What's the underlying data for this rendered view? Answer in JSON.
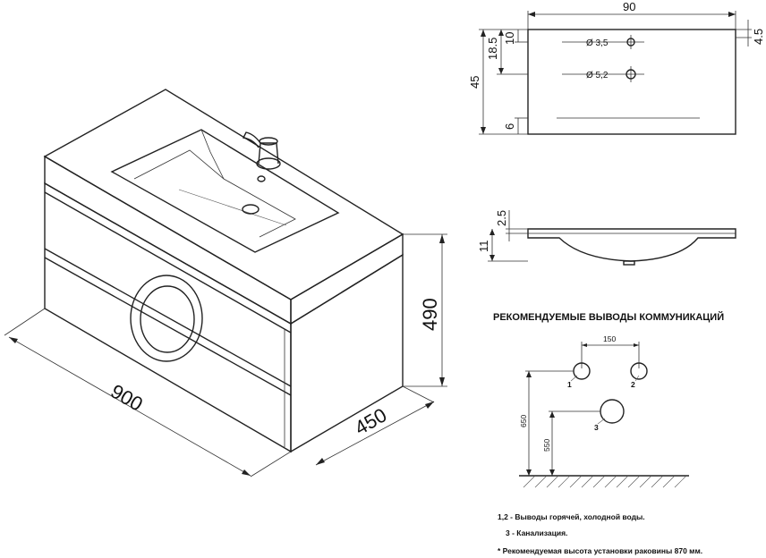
{
  "iso": {
    "width_dim": "900",
    "depth_dim": "450",
    "height_dim": "490"
  },
  "plan": {
    "width_dim": "90",
    "height_dim": "45",
    "hole_offset_dim": "18.5",
    "hole_small_dim": "10",
    "bottom_dim": "6",
    "edge_dim": "4.5",
    "hole_1_label": "Ø 3,5",
    "hole_2_label": "Ø 5,2"
  },
  "section": {
    "top_dim": "2.5",
    "depth_dim": "11"
  },
  "comms": {
    "title": "РЕКОМЕНДУЕМЫЕ ВЫВОДЫ КОММУНИКАЦИЙ",
    "spacing_dim": "150",
    "height_upper_dim": "650",
    "height_lower_dim": "550",
    "label_1": "1",
    "label_2": "2",
    "label_3": "3"
  },
  "notes": {
    "line_1": "1,2 - Выводы горячей, холодной воды.",
    "line_2": "3 - Канализация.",
    "line_3": "* Рекомендуемая высота установки раковины 870 мм."
  }
}
